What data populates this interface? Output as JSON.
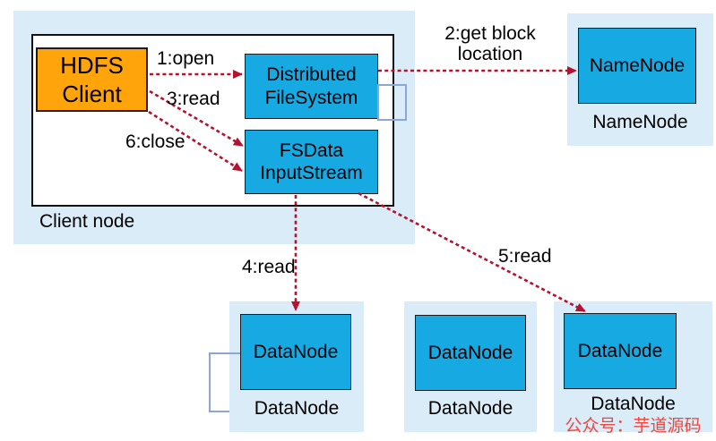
{
  "colors": {
    "group-bg": "#D9ECF8",
    "node-blue": "#17A9E2",
    "node-orange": "#FFA40A",
    "arrow-red": "#B5122F",
    "bracket-blue": "#8CA6D9",
    "watermark-red": "#F0453C",
    "box-border": "#1C1C1C",
    "text": "#000000"
  },
  "client_node": {
    "caption": "Client node",
    "hdfs_client": "HDFS\nClient",
    "distributed_filesystem": "Distributed\nFileSystem",
    "fsdata_inputstream": "FSData\nInputStream"
  },
  "namenode": {
    "box": "NameNode",
    "caption": "NameNode"
  },
  "datanodes": [
    {
      "box": "DataNode",
      "caption": "DataNode"
    },
    {
      "box": "DataNode",
      "caption": "DataNode"
    },
    {
      "box": "DataNode",
      "caption": "DataNode"
    }
  ],
  "arrows": {
    "open": "1:open",
    "get_block_location": "2:get block\nlocation",
    "read3": "3:read",
    "read4": "4:read",
    "read5": "5:read",
    "close": "6:close"
  },
  "watermark": "公众号：芋道源码"
}
